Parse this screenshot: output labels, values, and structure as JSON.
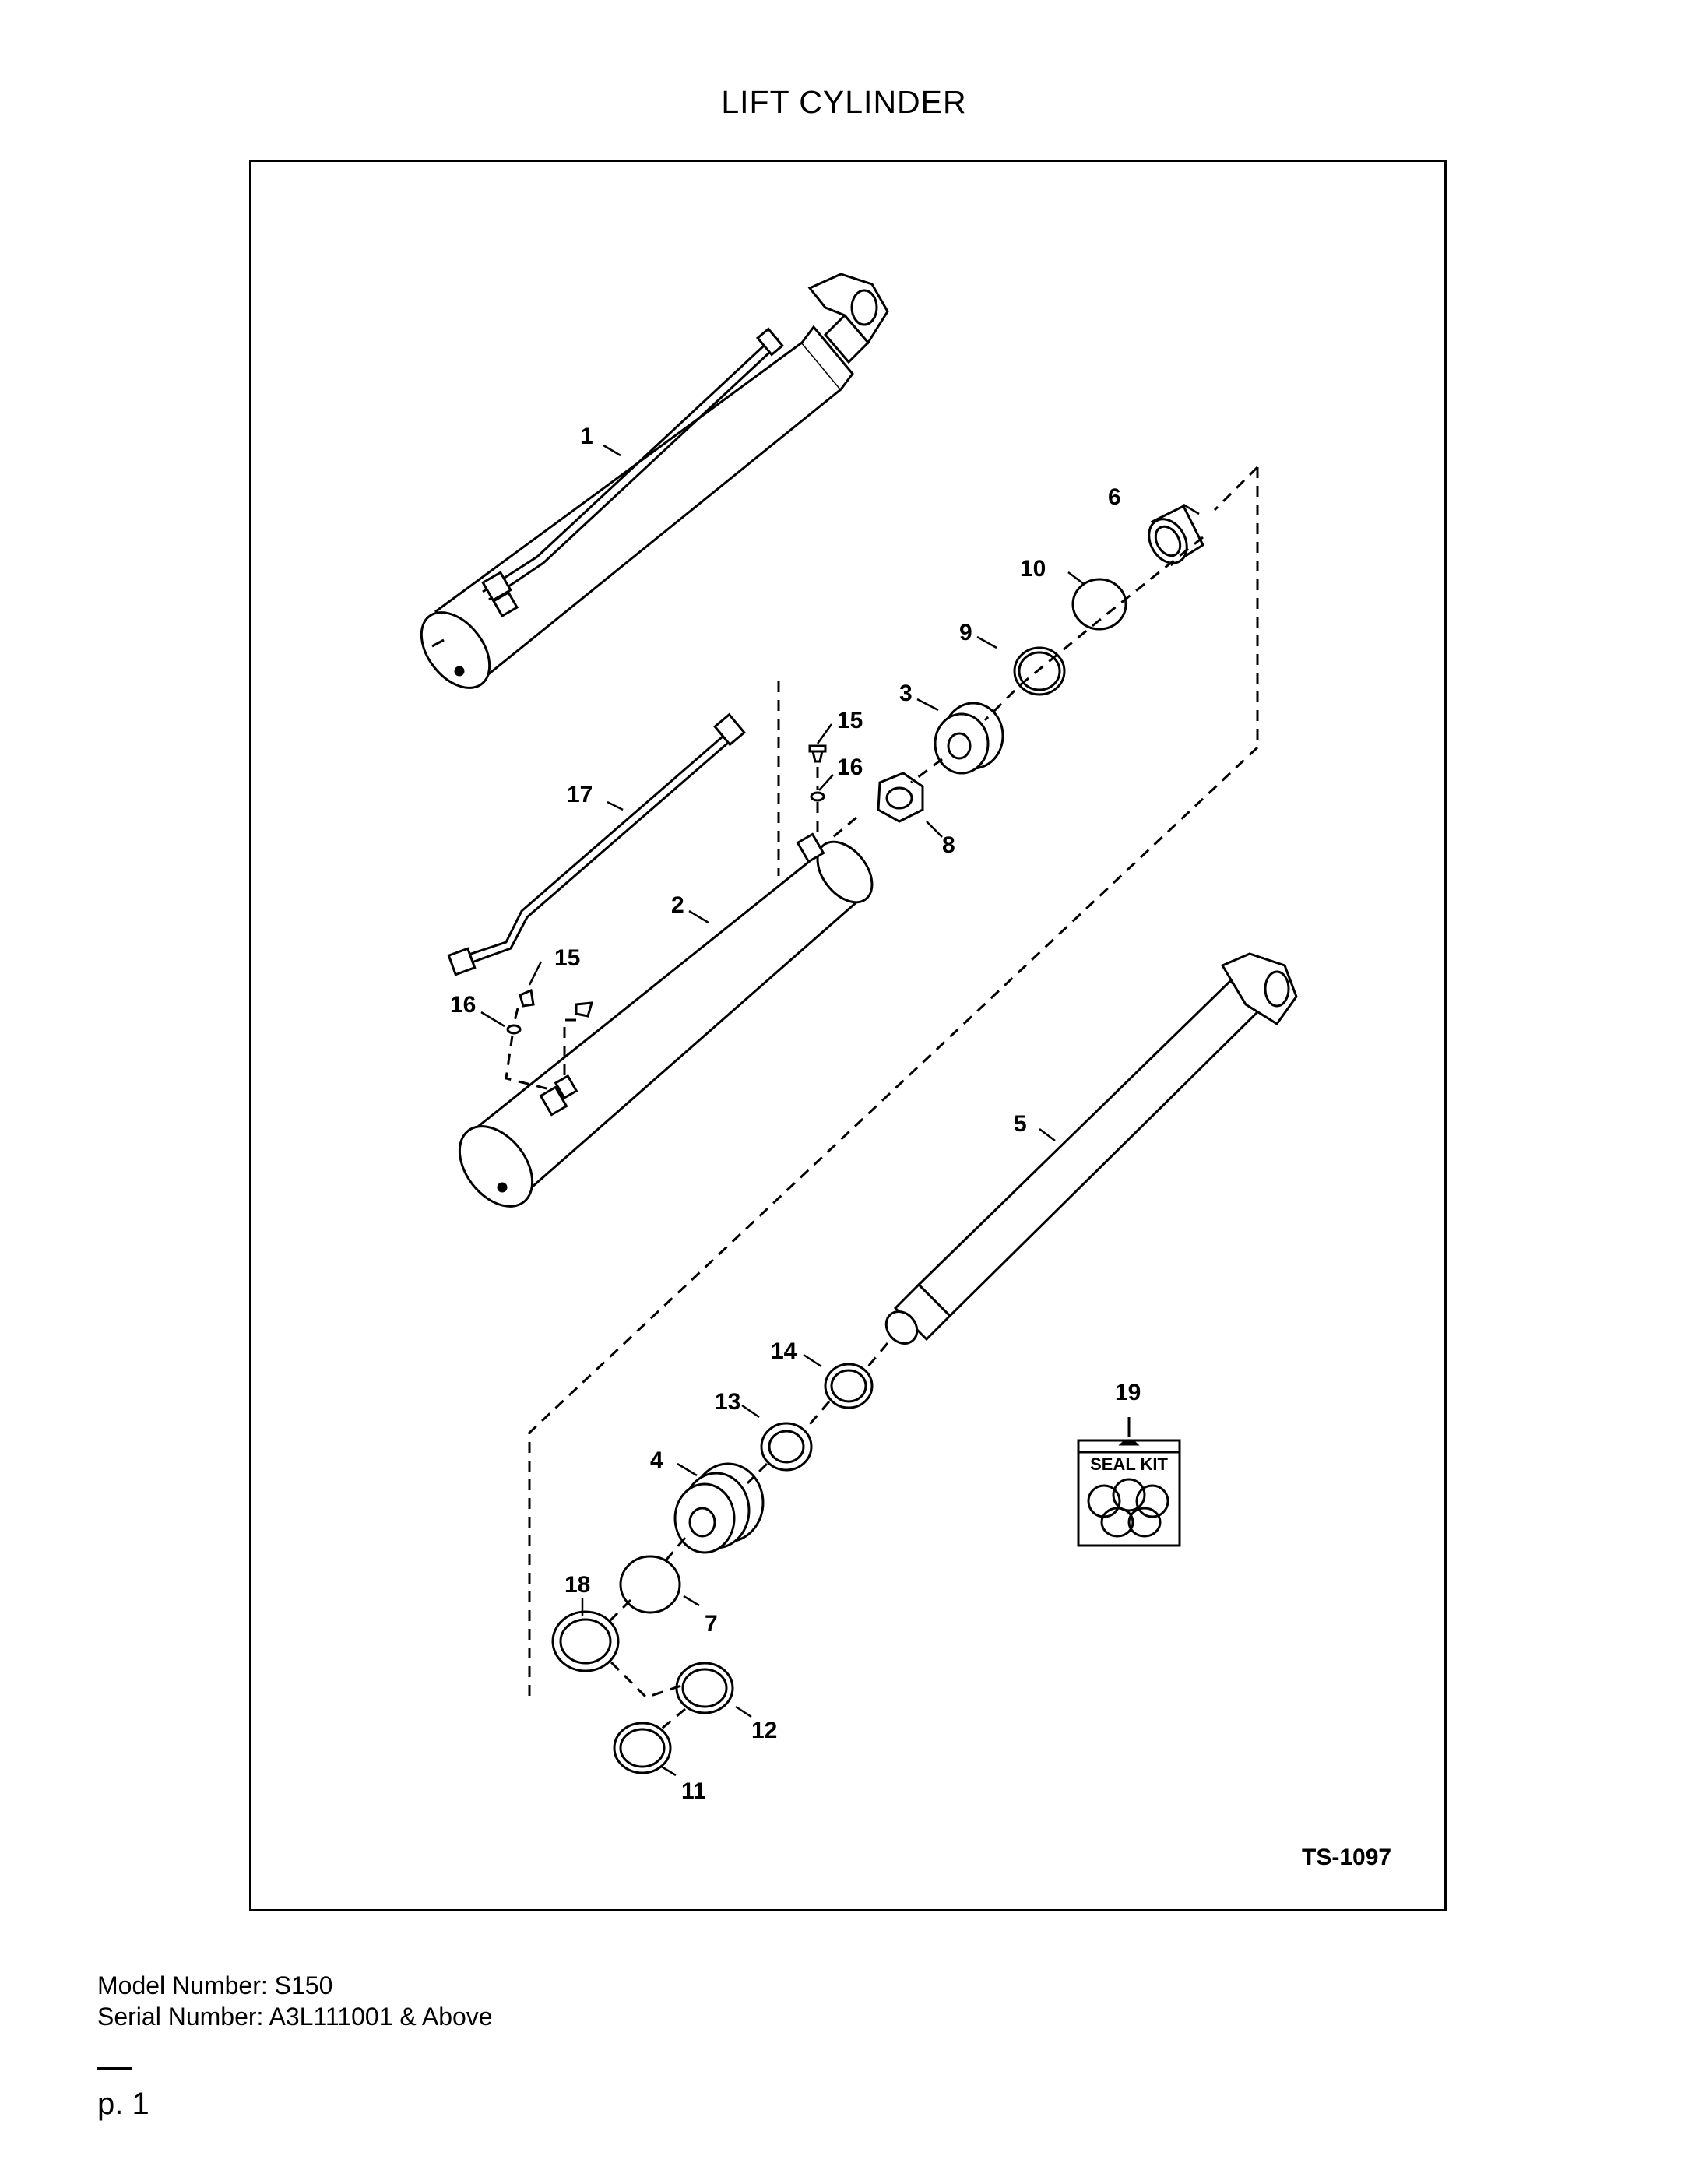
{
  "title": "LIFT CYLINDER",
  "drawing_id": "TS-1097",
  "seal_kit_label": "SEAL KIT",
  "callouts": {
    "c1": "1",
    "c2": "2",
    "c3": "3",
    "c4": "4",
    "c5": "5",
    "c6": "6",
    "c7": "7",
    "c8": "8",
    "c9": "9",
    "c10": "10",
    "c11": "11",
    "c12": "12",
    "c13": "13",
    "c14": "14",
    "c15a": "15",
    "c15b": "15",
    "c16a": "16",
    "c16b": "16",
    "c17": "17",
    "c18": "18",
    "c19": "19"
  },
  "model_number": "Model Number: S150",
  "serial_number": "Serial Number: A3L111001 & Above",
  "page": "p. 1"
}
